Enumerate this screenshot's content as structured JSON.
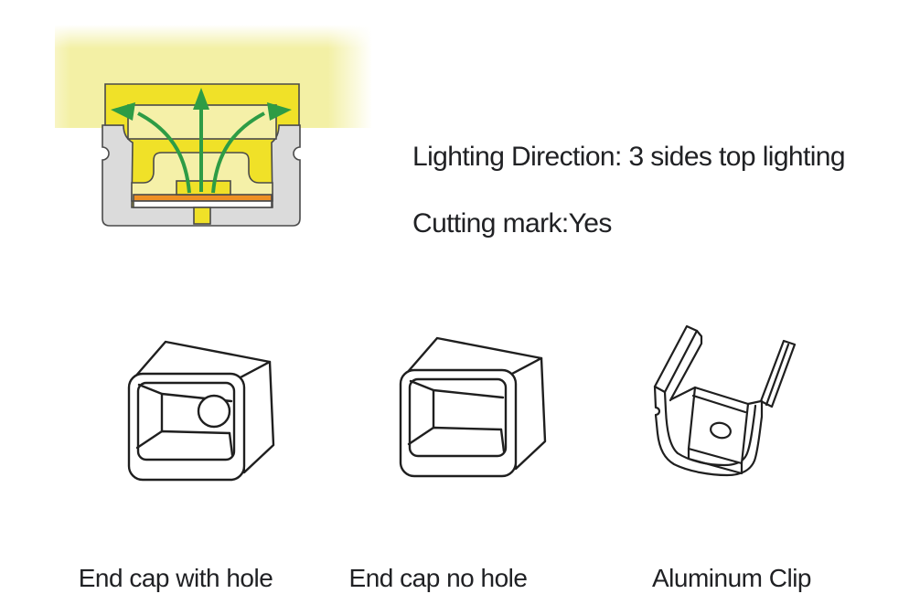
{
  "specs": {
    "lighting_direction": "Lighting Direction: 3 sides top lighting",
    "cutting_mark": "Cutting mark:Yes"
  },
  "accessories": [
    {
      "id": "end-cap-with-hole",
      "label": "End cap with hole"
    },
    {
      "id": "end-cap-no-hole",
      "label": "End cap no hole"
    },
    {
      "id": "aluminum-clip",
      "label": "Aluminum Clip"
    }
  ],
  "cross_section": {
    "description": "LED neon flex profile cross-section in aluminum channel, light emitted from top and both sides",
    "arrow_directions": [
      "left",
      "up",
      "right"
    ],
    "colors": {
      "glow": "#F3F0A5",
      "silicone_yellow": "#F0E128",
      "diffuser_light_yellow": "#F5F0A8",
      "pcb_orange": "#EE8F23",
      "arrow_green": "#2E9C45",
      "channel_gray": "#DBDBDB",
      "outline": "#4A4A4A",
      "text": "#202124"
    }
  }
}
